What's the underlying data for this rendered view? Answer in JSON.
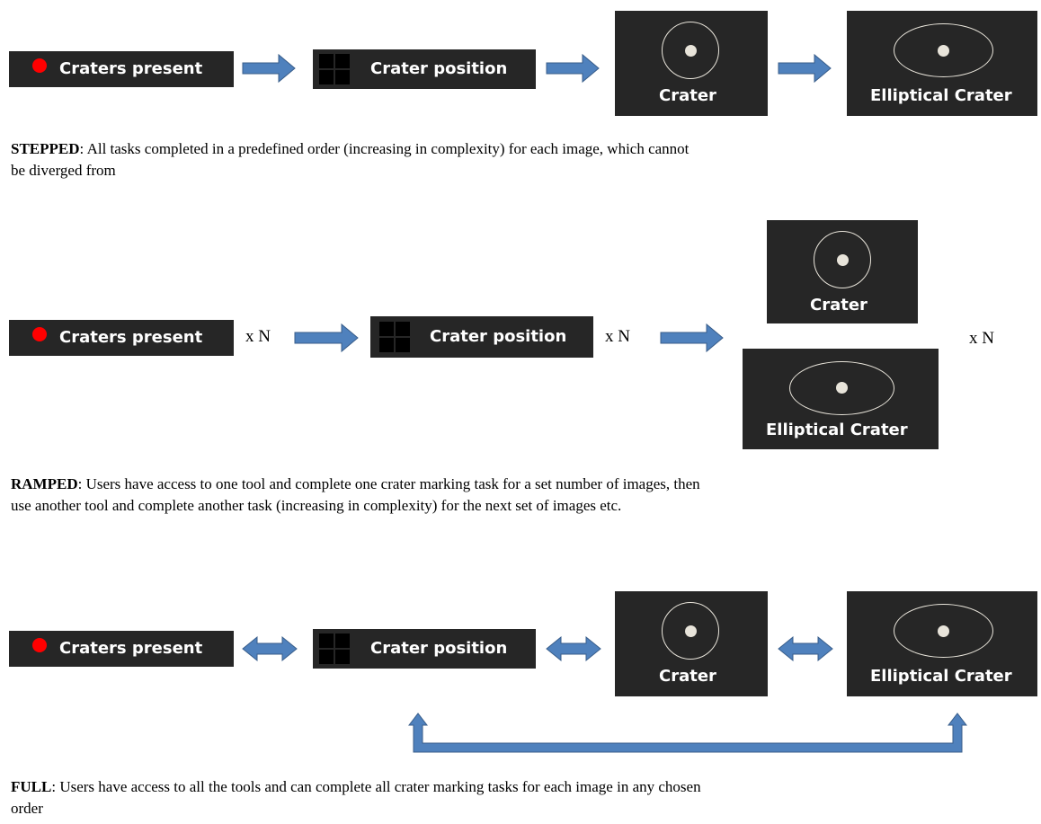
{
  "tools": {
    "craters_present": "Craters present",
    "crater_position": "Crater position",
    "crater": "Crater",
    "elliptical_crater": "Elliptical Crater"
  },
  "multiplier": "x N",
  "stepped": {
    "title": "STEPPED",
    "text_line1": ": All tasks completed in a predefined order (increasing in complexity) for each image, which cannot",
    "text_line2": "be diverged from"
  },
  "ramped": {
    "title": "RAMPED",
    "text_line1": ": Users have access to one tool and complete one crater marking task for a set number of images, then",
    "text_line2": "use another tool and complete another task (increasing in complexity) for the next set of images etc."
  },
  "full": {
    "title": "FULL",
    "text_line1": ": Users have access to all the tools and can complete all crater marking tasks for each image in any chosen",
    "text_line2": "order"
  },
  "colors": {
    "box_bg": "#262626",
    "arrow": "#4f81bd",
    "arrow_edge": "#385d8a",
    "red_dot": "#ff0000",
    "crater_ring": "#e8e4da"
  }
}
